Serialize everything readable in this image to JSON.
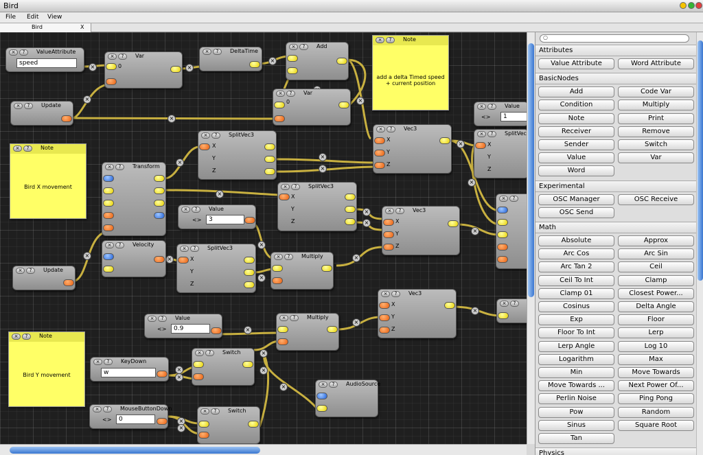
{
  "window": {
    "title": "Bird"
  },
  "menu": [
    "File",
    "Edit",
    "View"
  ],
  "tab": {
    "label": "Bird",
    "close": "X"
  },
  "search": {
    "placeholder": ""
  },
  "nodes": {
    "valueattr": {
      "title": "ValueAttribute",
      "field": "speed"
    },
    "var1": {
      "title": "Var",
      "field": "0"
    },
    "deltatime": {
      "title": "DeltaTime"
    },
    "add": {
      "title": "Add"
    },
    "var2": {
      "title": "Var",
      "field": "0"
    },
    "update1": {
      "title": "Update"
    },
    "update2": {
      "title": "Update"
    },
    "splitvec3a": {
      "title": "SplitVec3",
      "x": "X",
      "y": "Y",
      "z": "Z"
    },
    "splitvec3b": {
      "title": "SplitVec3",
      "x": "X",
      "y": "Y",
      "z": "Z"
    },
    "splitvec3c": {
      "title": "SplitVec3",
      "x": "X",
      "y": "Y",
      "z": "Z"
    },
    "splitvec3d": {
      "title": "SplitVec3",
      "x": "X",
      "y": "Y",
      "z": "Z"
    },
    "vec3a": {
      "title": "Vec3",
      "x": "X",
      "y": "Y",
      "z": "Z"
    },
    "vec3b": {
      "title": "Vec3",
      "x": "X",
      "y": "Y",
      "z": "Z"
    },
    "vec3c": {
      "title": "Vec3",
      "x": "X",
      "y": "Y",
      "z": "Z"
    },
    "transform": {
      "title": "Transform"
    },
    "velocity": {
      "title": "Velocity"
    },
    "value3": {
      "title": "Value",
      "arrows": "<>",
      "field": "3"
    },
    "value1": {
      "title": "Value",
      "arrows": "<>",
      "field": "1"
    },
    "value09": {
      "title": "Value",
      "arrows": "<>",
      "field": "0.9"
    },
    "multiply1": {
      "title": "Multiply"
    },
    "multiply2": {
      "title": "Multiply"
    },
    "keydown": {
      "title": "KeyDown",
      "field": "w"
    },
    "switch1": {
      "title": "Switch"
    },
    "switch2": {
      "title": "Switch"
    },
    "mousebtn": {
      "title": "MouseButtonDown",
      "arrows": "<>",
      "field": "0"
    },
    "audiosource": {
      "title": "AudioSource"
    },
    "partial_t": {
      "title": "T"
    },
    "partial_a": {
      "title": "A"
    }
  },
  "notes": [
    {
      "title": "Note",
      "text": "add a delta Timed speed + current position"
    },
    {
      "title": "Note",
      "text": "Bird X movement"
    },
    {
      "title": "Note",
      "text": "Bird Y movement"
    }
  ],
  "palette": [
    {
      "category": "Attributes",
      "items": [
        "Value Attribute",
        "Word Attribute"
      ]
    },
    {
      "category": "BasicNodes",
      "items": [
        "Add",
        "Code Var",
        "Condition",
        "Multiply",
        "Note",
        "Print",
        "Receiver",
        "Remove",
        "Sender",
        "Switch",
        "Value",
        "Var",
        "Word"
      ]
    },
    {
      "category": "Experimental",
      "items": [
        "OSC Manager",
        "OSC Receive",
        "OSC Send"
      ]
    },
    {
      "category": "Math",
      "items": [
        "Absolute",
        "Approx",
        "Arc Cos",
        "Arc Sin",
        "Arc Tan 2",
        "Ceil",
        "Ceil To Int",
        "Clamp",
        "Clamp 01",
        "Closest Power...",
        "Cosinus",
        "Delta Angle",
        "Exp",
        "Floor",
        "Floor To Int",
        "Lerp",
        "Lerp Angle",
        "Log 10",
        "Logarithm",
        "Max",
        "Min",
        "Move Towards",
        "Move Towards ...",
        "Next Power Of...",
        "Perlin Noise",
        "Ping Pong",
        "Pow",
        "Random",
        "Sinus",
        "Square Root",
        "Tan"
      ]
    },
    {
      "category": "Physics",
      "items": []
    }
  ],
  "colors": {
    "canvas": "#1f1f1f",
    "wire": "#c8b040",
    "note": "#ffff66",
    "port_orange": "#e86010",
    "port_yellow": "#e8d000",
    "port_blue": "#2060d8"
  }
}
